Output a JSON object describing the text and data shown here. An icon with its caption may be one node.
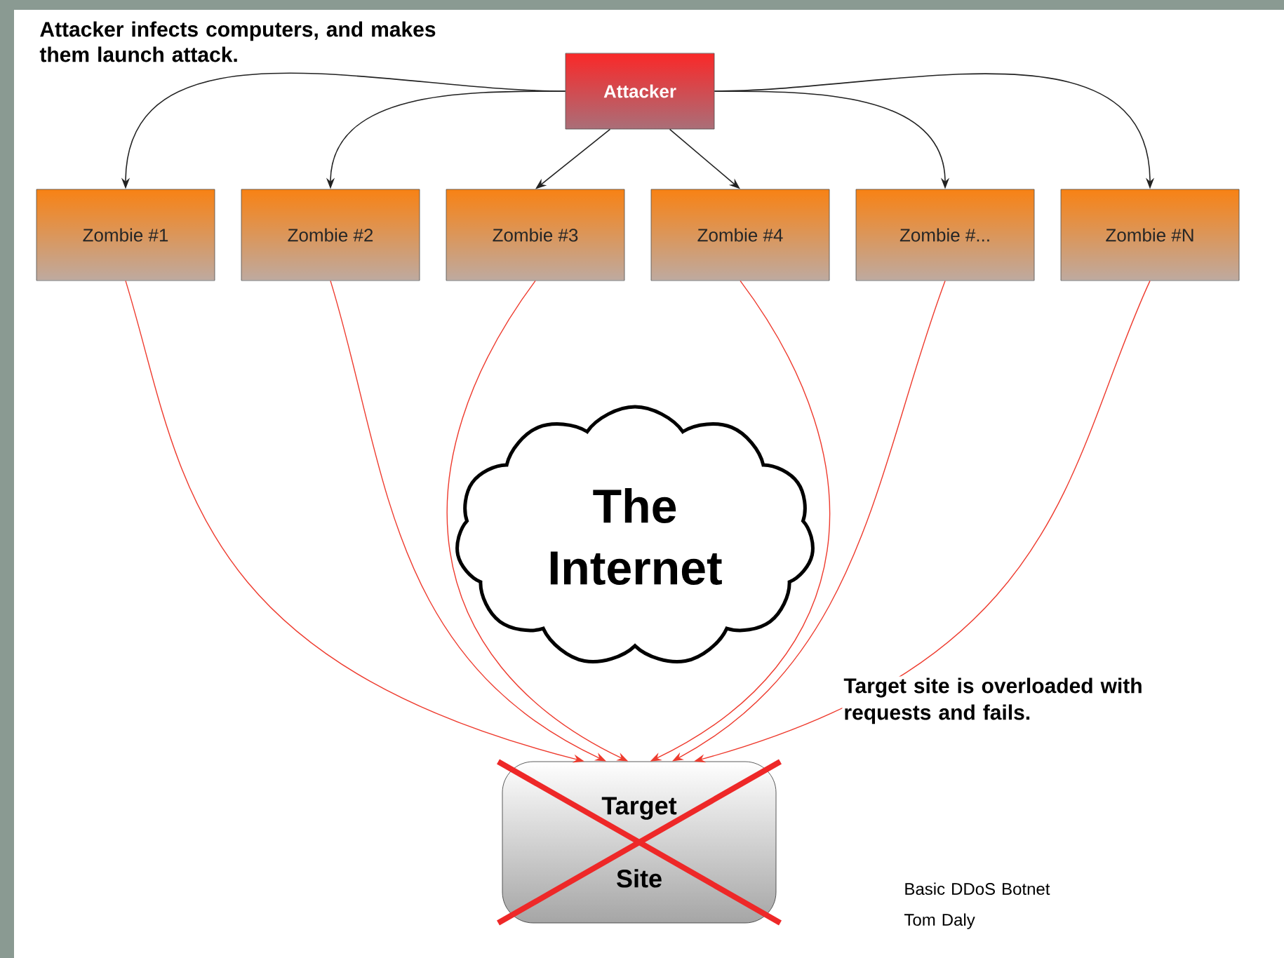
{
  "diagram": {
    "nodes": [
      {
        "text": [
          "Attacker"
        ]
      },
      {
        "text": [
          "Zombie #1"
        ]
      },
      {
        "text": [
          "Zombie #2"
        ]
      },
      {
        "text": [
          "Zombie #3"
        ]
      },
      {
        "text": [
          "Zombie #4"
        ]
      },
      {
        "text": [
          "Zombie #..."
        ]
      },
      {
        "text": [
          "Zombie #N"
        ]
      },
      {
        "text": [
          "The Internet"
        ]
      },
      {
        "text": [
          "Target Site"
        ]
      }
    ],
    "edges": [
      {
        "from": 0,
        "to": 1,
        "arrow": "to",
        "color": "#222222"
      },
      {
        "from": 0,
        "to": 2,
        "arrow": "to",
        "color": "#222222"
      },
      {
        "from": 0,
        "to": 3,
        "arrow": "to",
        "color": "#222222"
      },
      {
        "from": 0,
        "to": 4,
        "arrow": "to",
        "color": "#222222"
      },
      {
        "from": 0,
        "to": 5,
        "arrow": "to",
        "color": "#222222"
      },
      {
        "from": 0,
        "to": 6,
        "arrow": "to",
        "color": "#222222"
      },
      {
        "from": 1,
        "to": 8,
        "arrow": "to",
        "color": "#ee3b2e"
      },
      {
        "from": 2,
        "to": 8,
        "arrow": "to",
        "color": "#ee3b2e"
      },
      {
        "from": 3,
        "to": 8,
        "arrow": "to",
        "color": "#ee3b2e"
      },
      {
        "from": 4,
        "to": 8,
        "arrow": "to",
        "color": "#ee3b2e"
      },
      {
        "from": 5,
        "to": 8,
        "arrow": "to",
        "color": "#ee3b2e"
      },
      {
        "from": 6,
        "to": 8,
        "arrow": "to",
        "color": "#ee3b2e"
      }
    ],
    "labels": [
      "Attacker infects computers, and makes them launch attack.",
      "Target site is overloaded with requests and fails.",
      "Basic DDoS Botnet",
      "Tom Daly"
    ]
  }
}
